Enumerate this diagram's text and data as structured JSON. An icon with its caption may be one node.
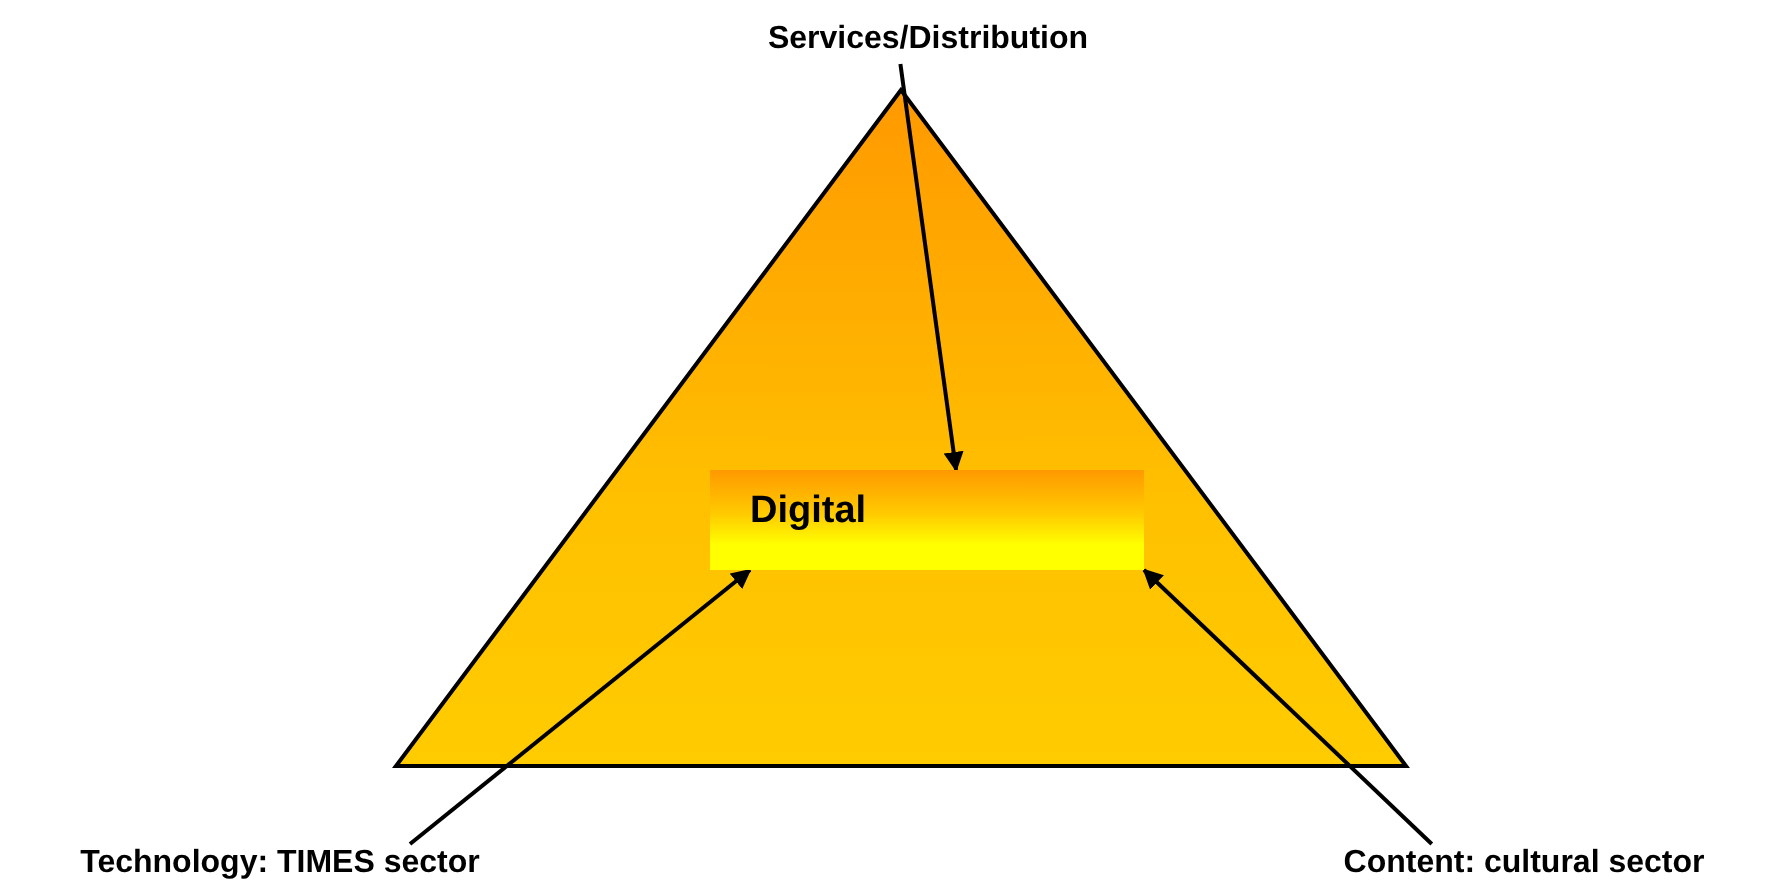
{
  "diagram": {
    "nodes": [
      {
        "text": [
          "Services/Distribution"
        ]
      },
      {
        "text": [],
        "shape": "triangle"
      },
      {
        "text": [
          "Digital"
        ],
        "in": 1
      },
      {
        "text": [
          "Technology: TIMES sector"
        ]
      },
      {
        "text": [
          "Content: cultural sector"
        ]
      }
    ],
    "edges": [
      {
        "from": 0,
        "to": 2,
        "arrow": "to"
      },
      {
        "from": 3,
        "to": 2,
        "arrow": "to"
      },
      {
        "from": 4,
        "to": 2,
        "arrow": "to"
      }
    ]
  }
}
